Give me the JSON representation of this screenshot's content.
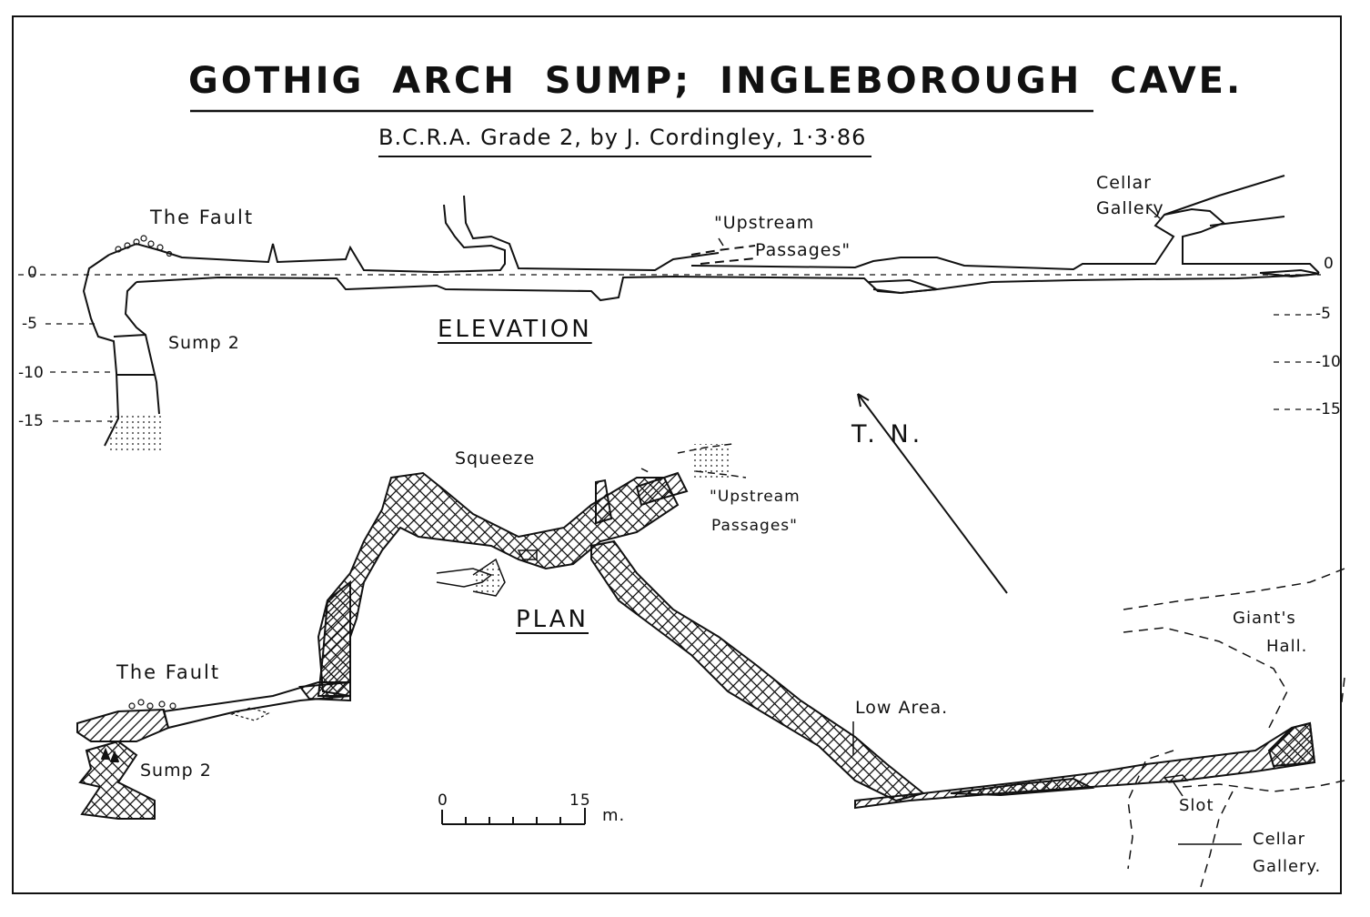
{
  "title": "GOTHIG ARCH SUMP; INGLEBOROUGH CAVE.",
  "subtitle": "B.C.R.A. Grade 2, by J. Cordingley, 1·3·86",
  "elevation": {
    "heading": "ELEVATION",
    "labels": {
      "the_fault": "The Fault",
      "sump2": "Sump 2",
      "upstream_line1": "\"Upstream",
      "upstream_line2": "Passages\"",
      "cellar_line1": "Cellar",
      "cellar_line2": "Gallery"
    },
    "depth_left": [
      "0",
      "-5",
      "-10",
      "-15"
    ],
    "depth_right": [
      "0",
      "-5",
      "-10",
      "-15"
    ]
  },
  "plan": {
    "heading": "PLAN",
    "labels": {
      "squeeze": "Squeeze",
      "upstream_line1": "\"Upstream",
      "upstream_line2": "Passages\"",
      "the_fault": "The Fault",
      "sump2": "Sump 2",
      "low_area": "Low Area.",
      "giants_line1": "Giant's",
      "giants_line2": "Hall.",
      "slot": "Slot",
      "cellar_line1": "Cellar",
      "cellar_line2": "Gallery."
    }
  },
  "north_arrow": {
    "label": "T. N."
  },
  "scale_bar": {
    "start": "0",
    "end": "15",
    "unit": "m."
  },
  "colors": {
    "ink": "#111111",
    "paper": "#ffffff"
  }
}
